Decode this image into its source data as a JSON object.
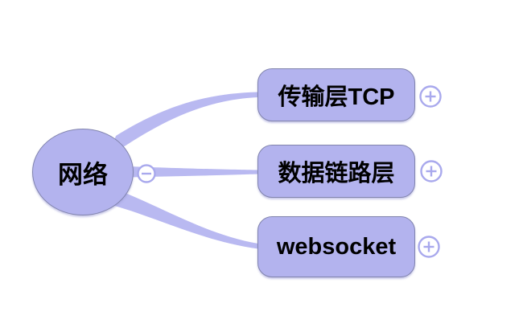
{
  "colors": {
    "background": "#ffffff",
    "node_fill": "#b3b3ee",
    "node_border": "#8184ad",
    "branch": "#b9b9f1",
    "button_stroke": "#a9a9ed",
    "text": "#000000"
  },
  "mindmap": {
    "root": {
      "label": "网络",
      "collapse_icon": "minus-icon",
      "state": "expanded"
    },
    "children": [
      {
        "label": "传输层TCP",
        "expand_icon": "plus-icon",
        "state": "collapsed"
      },
      {
        "label": "数据链路层",
        "expand_icon": "plus-icon",
        "state": "collapsed"
      },
      {
        "label": "websocket",
        "expand_icon": "plus-icon",
        "state": "collapsed"
      }
    ]
  }
}
